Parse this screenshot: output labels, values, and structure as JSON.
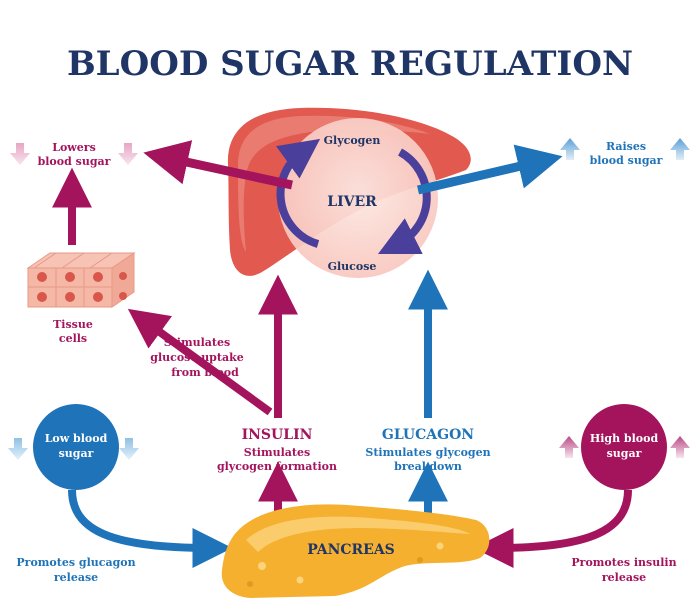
{
  "title": "BLOOD SUGAR REGULATION",
  "liver": {
    "label": "LIVER",
    "glycogen": "Glycogen",
    "glucose": "Glucose"
  },
  "lowers": {
    "line1": "Lowers",
    "line2": "blood sugar"
  },
  "raises": {
    "line1": "Raises",
    "line2": "blood sugar"
  },
  "tissue": {
    "line1": "Tissue",
    "line2": "cells"
  },
  "uptake": {
    "line1": "Stimulates",
    "line2": "glucose uptake",
    "line3": "from blood"
  },
  "insulin": {
    "name": "INSULIN",
    "line1": "Stimulates",
    "line2": "glycogen formation"
  },
  "glucagon": {
    "name": "GLUCAGON",
    "line1": "Stimulates glycogen",
    "line2": "breakdown"
  },
  "low_sugar": {
    "line1": "Low blood",
    "line2": "sugar"
  },
  "high_sugar": {
    "line1": "High blood",
    "line2": "sugar"
  },
  "pancreas": {
    "label": "PANCREAS"
  },
  "promotes_glucagon": {
    "line1": "Promotes glucagon",
    "line2": "release"
  },
  "promotes_insulin": {
    "line1": "Promotes insulin",
    "line2": "release"
  },
  "colors": {
    "navy": "#1f3566",
    "magenta": "#a3145d",
    "blue": "#1f73b8",
    "liver": "#e1594f",
    "pancreas": "#f5b030"
  }
}
